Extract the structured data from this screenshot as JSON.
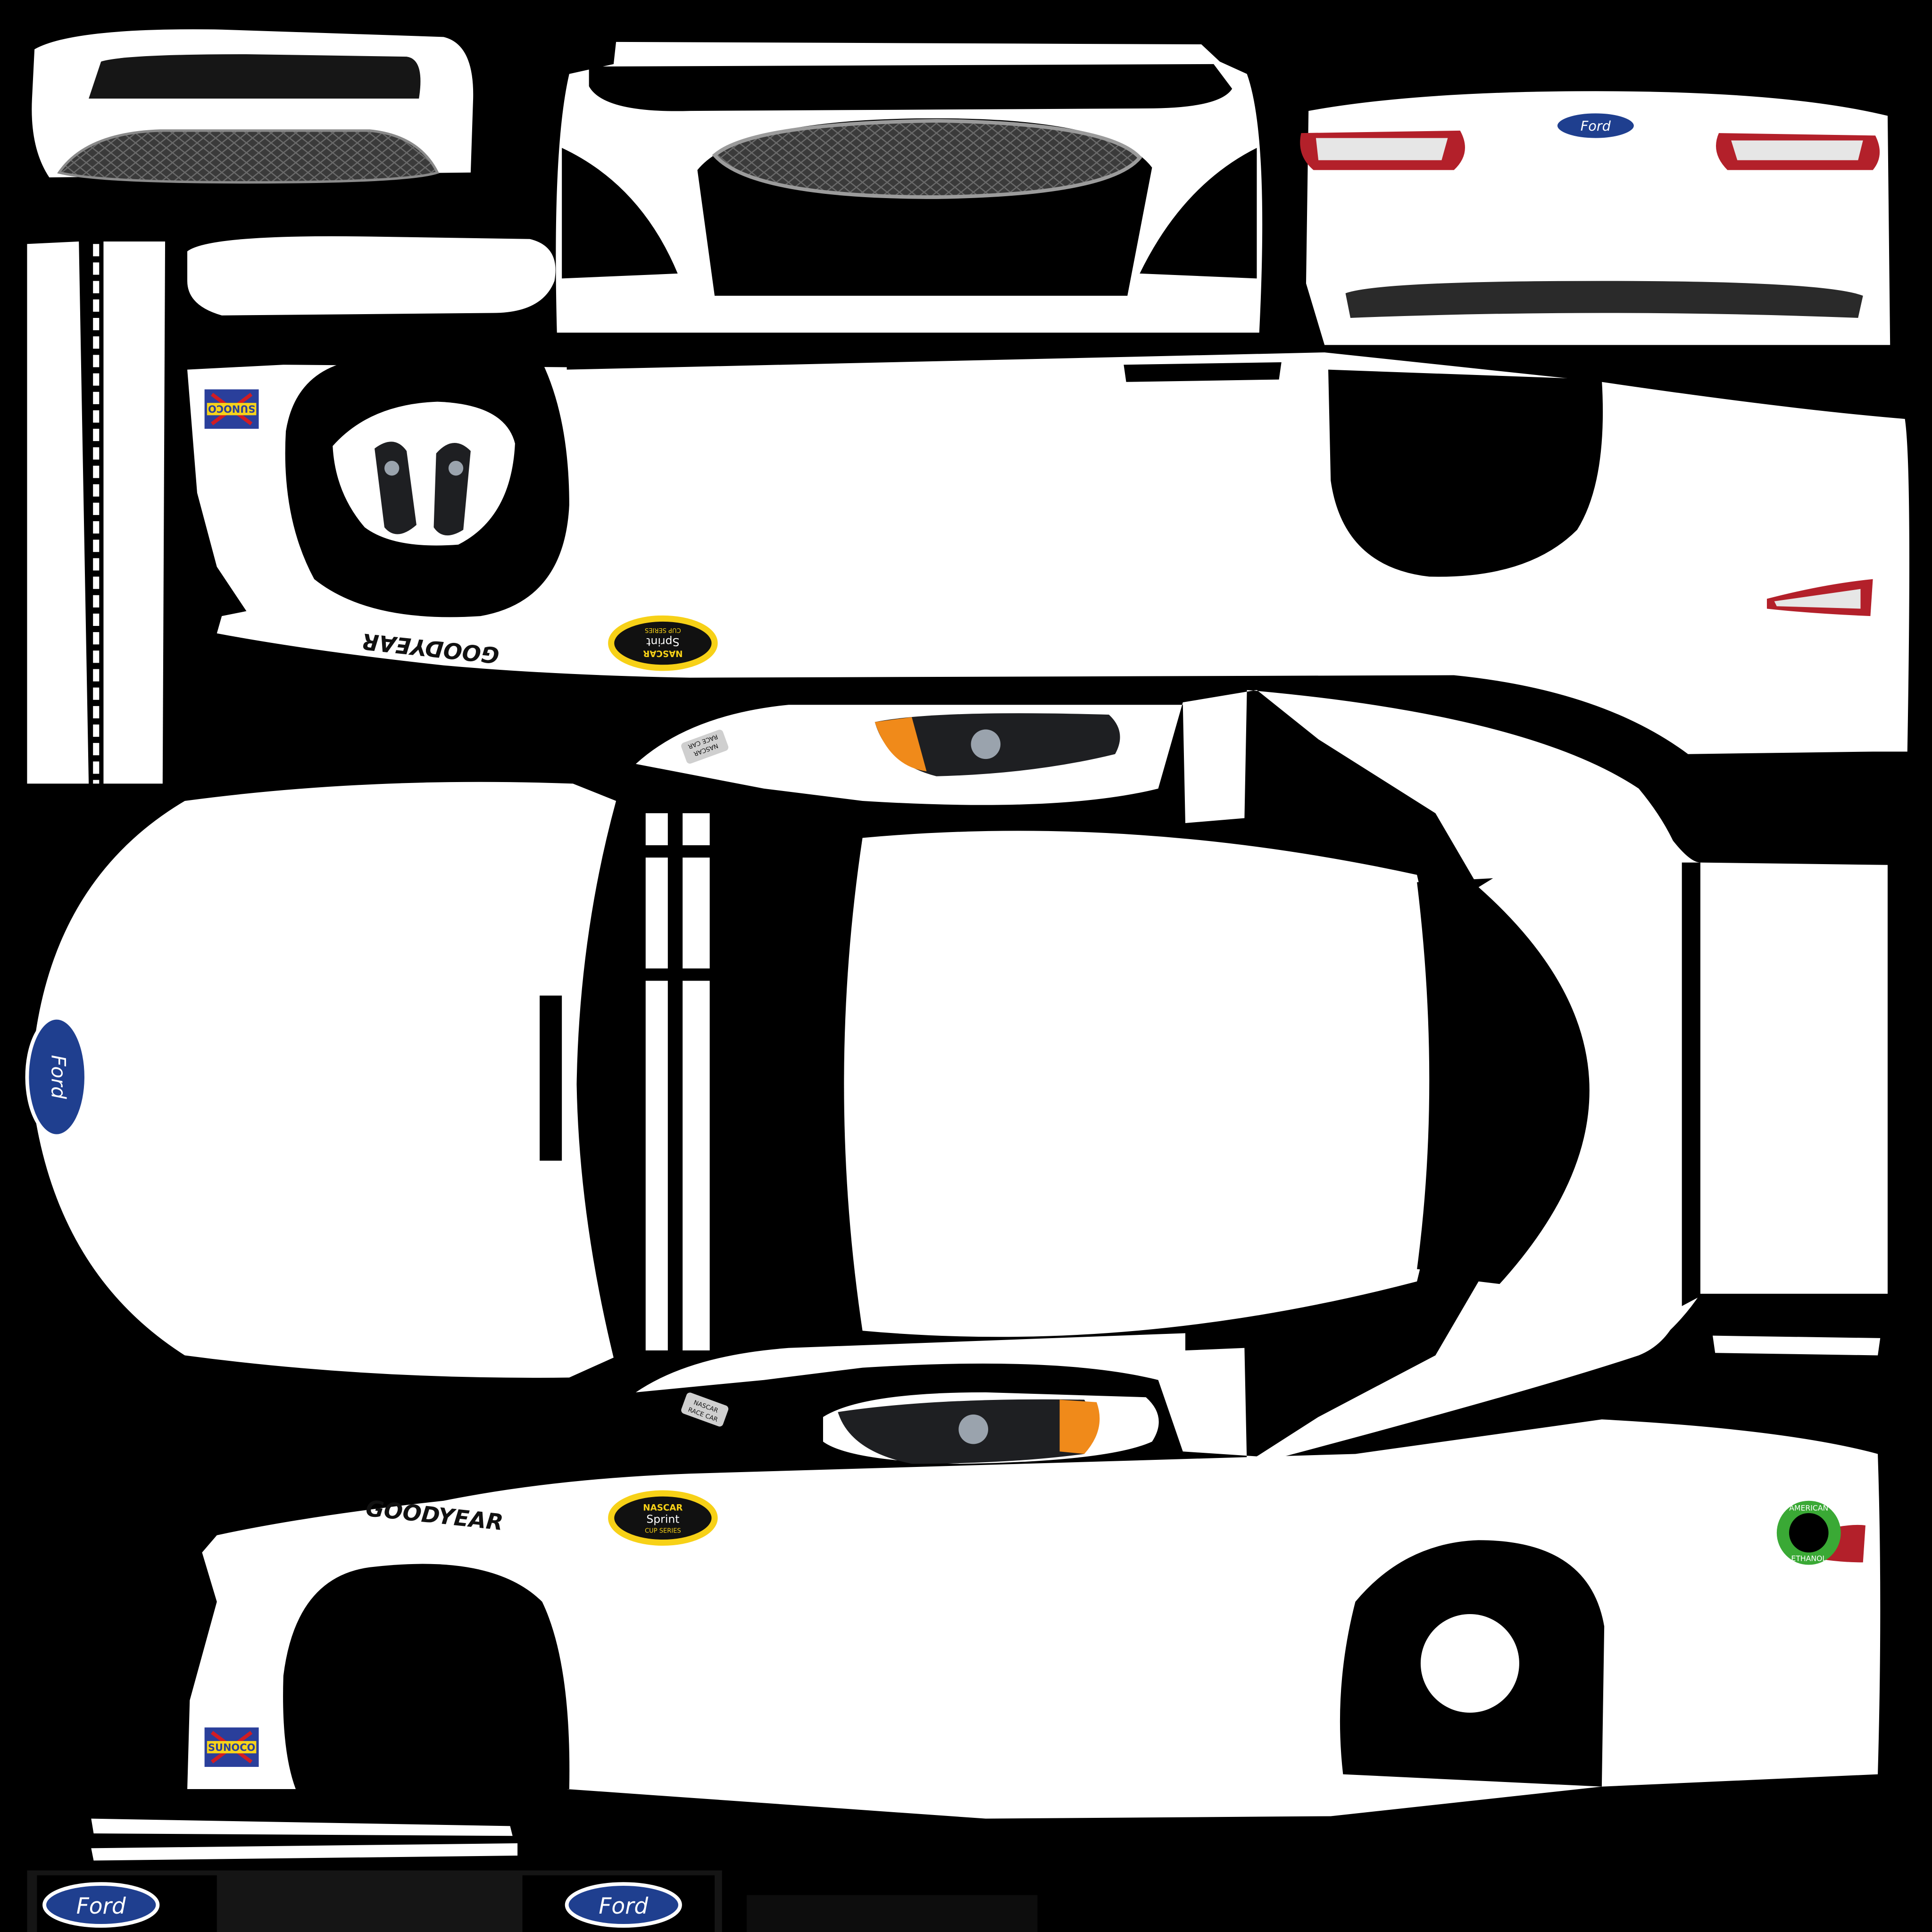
{
  "template": {
    "colors": {
      "background": "#000000",
      "body": "#ffffff",
      "grille": "#3a3a3a",
      "grille_mesh": "#6a6a6a",
      "taillight": "#b3202a",
      "taillight_inner": "#e8e8e8",
      "headlight_dark": "#1e1f22",
      "headlight_lens": "#9aa3ad",
      "headlight_amber": "#f08a1a",
      "ford_blue": "#1f3f8f",
      "ford_rim": "#ffffff",
      "sprint_yellow": "#f7d117",
      "sprint_black": "#111111",
      "sunoco_blue": "#2a3f9b",
      "sunoco_yellow": "#f6d31b",
      "sunoco_red": "#d11c23",
      "ethanol_green": "#3aa935",
      "decal_gray": "#cfcfcf"
    },
    "decals": {
      "ford": {
        "text": "Ford",
        "icon": "ford-oval-icon"
      },
      "goodyear": {
        "text": "GOODYEAR",
        "icon": "goodyear-wingfoot-icon"
      },
      "nascar_sprint": {
        "line1": "NASCAR",
        "line2": "Sprint",
        "line3": "CUP SERIES",
        "icon": "nascar-sprint-cup-icon"
      },
      "sunoco": {
        "text": "SUNOCO",
        "icon": "sunoco-arrow-icon"
      },
      "american_ethanol": {
        "line1": "AMERICAN",
        "line2": "ETHANOL",
        "icon": "american-ethanol-ring-icon"
      },
      "race_car_plate": {
        "line1": "NASCAR",
        "line2": "RACE CAR",
        "icon": "race-car-plate-icon"
      }
    }
  }
}
